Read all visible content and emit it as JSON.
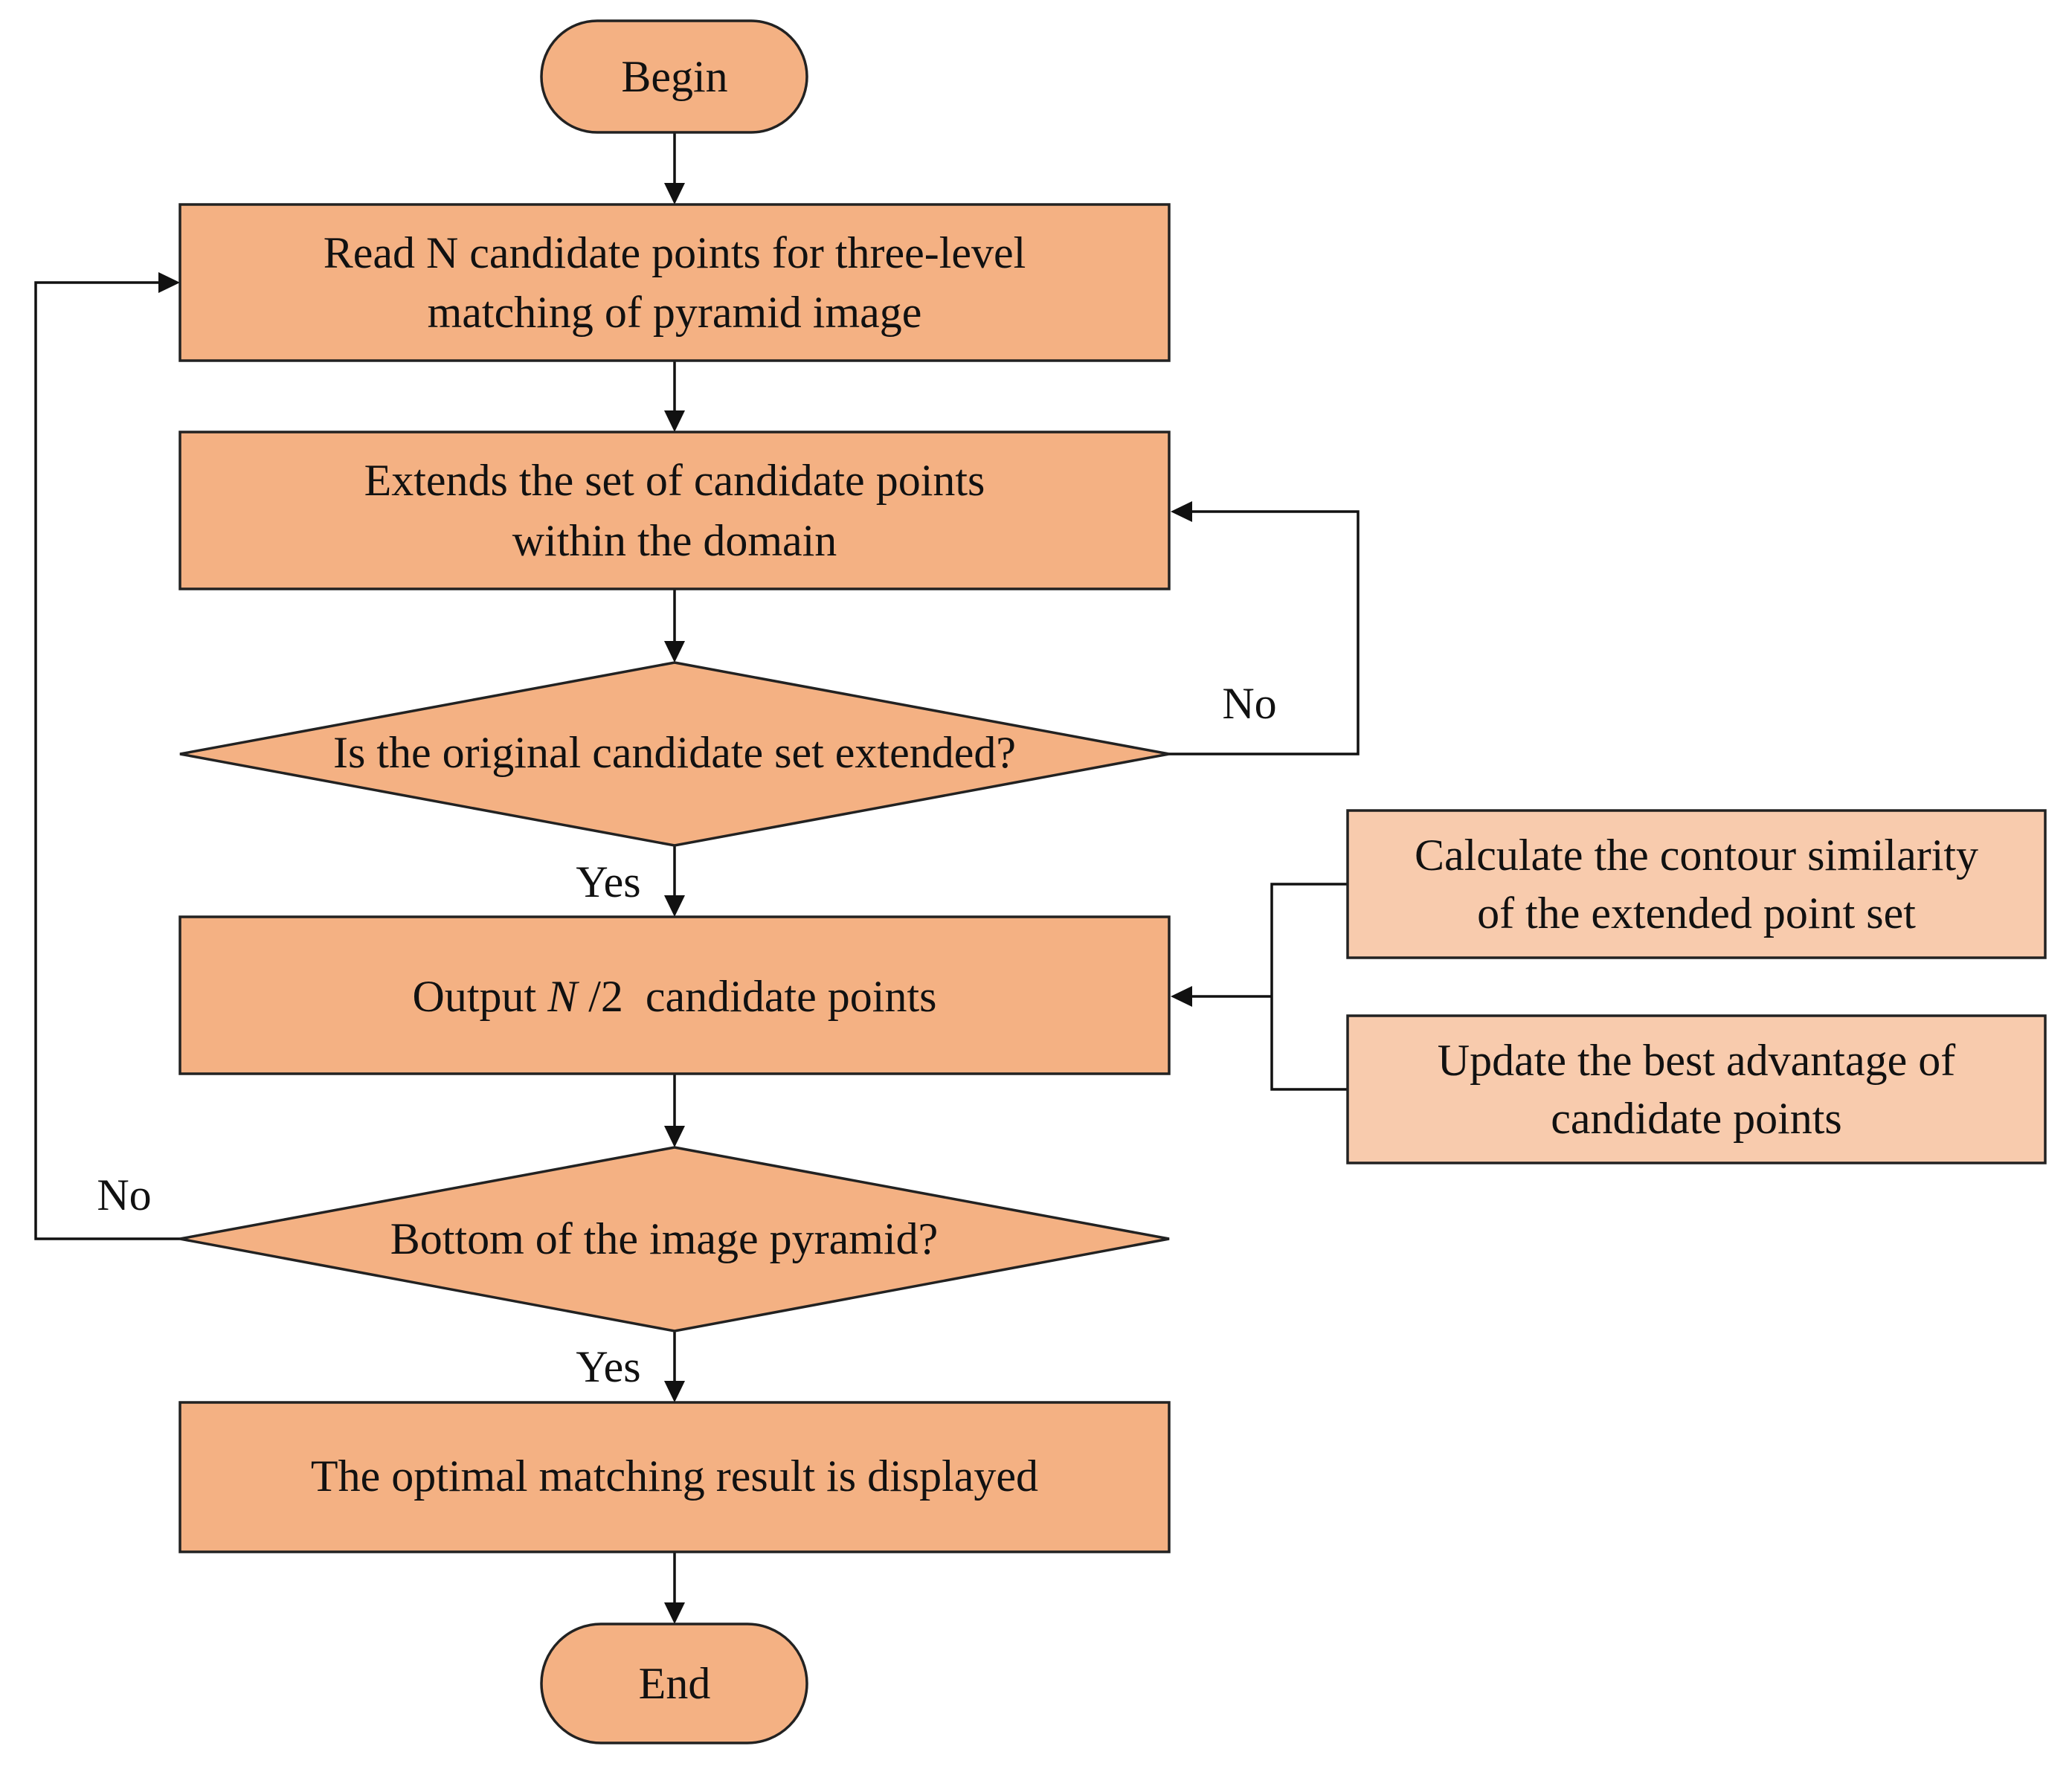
{
  "colors": {
    "node_fill": "#f4b183",
    "side_fill": "#f8cbad",
    "stroke": "#222222",
    "line": "#111111",
    "text": "#111111"
  },
  "nodes": {
    "begin": "Begin",
    "read_line1": "Read N candidate points for three-level",
    "read_line2": "matching of pyramid image",
    "extend_line1": "Extends the set of candidate points",
    "extend_line2": "within the domain",
    "decision1": "Is the original candidate set extended?",
    "output_prefix": "Output ",
    "output_n": "N",
    "output_suffix": " /2  candidate points",
    "decision2": "Bottom of the image pyramid?",
    "result": "The optimal matching result is displayed",
    "end": "End"
  },
  "side_boxes": {
    "similarity_line1": "Calculate the contour similarity",
    "similarity_line2": "of the extended point set",
    "update_line1": "Update the best advantage of",
    "update_line2": "candidate points"
  },
  "edge_labels": {
    "no_1": "No",
    "yes_1": "Yes",
    "no_2": "No",
    "yes_2": "Yes"
  }
}
